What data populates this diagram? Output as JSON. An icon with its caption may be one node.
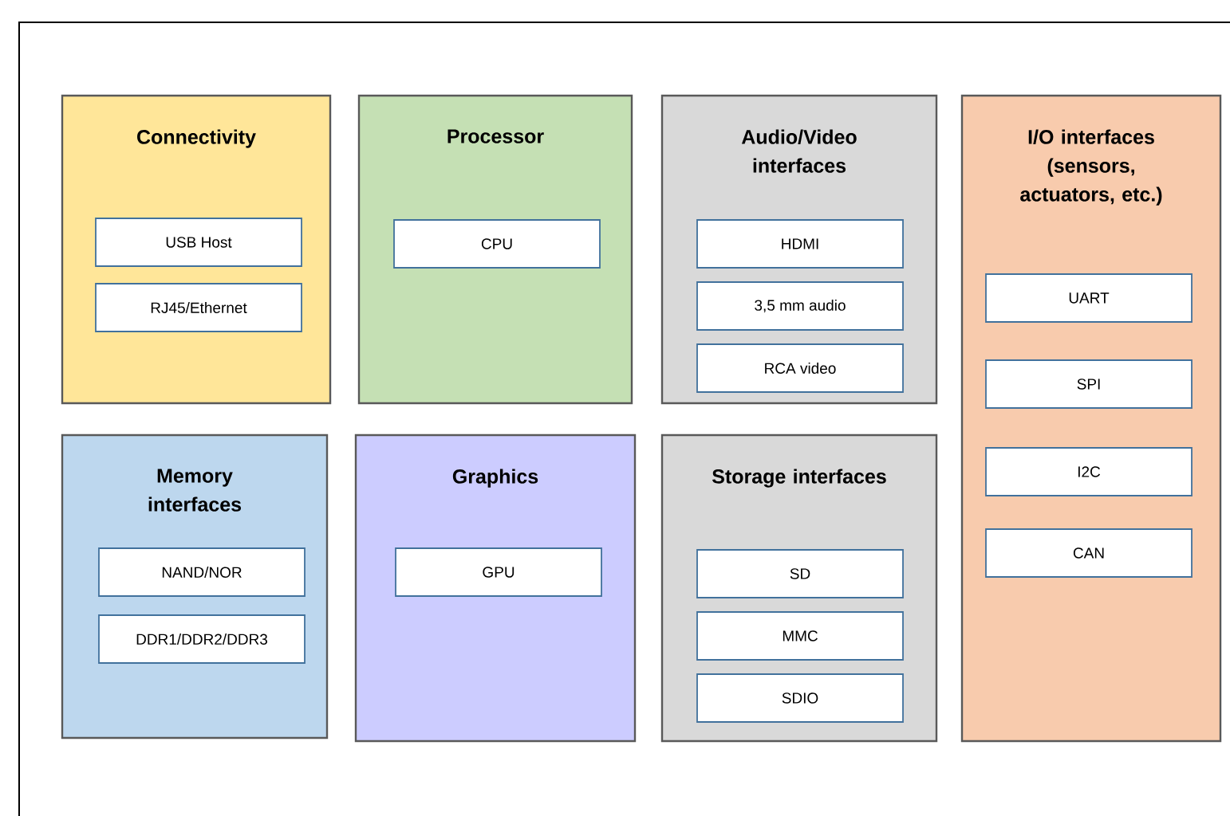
{
  "diagram": {
    "nodes": [
      {
        "text": [
          "Connectivity"
        ]
      },
      {
        "text": [
          "USB Host"
        ],
        "in": 0
      },
      {
        "text": [
          "RJ45/Ethernet"
        ],
        "in": 0
      },
      {
        "text": [
          "Processor"
        ]
      },
      {
        "text": [
          "CPU"
        ],
        "in": 3
      },
      {
        "text": [
          "Audio/Video interfaces"
        ]
      },
      {
        "text": [
          "HDMI"
        ],
        "in": 5
      },
      {
        "text": [
          "3,5 mm audio"
        ],
        "in": 5
      },
      {
        "text": [
          "RCA video"
        ],
        "in": 5
      },
      {
        "text": [
          "I/O interfaces (sensors, actuators, etc.)"
        ]
      },
      {
        "text": [
          "UART"
        ],
        "in": 9
      },
      {
        "text": [
          "SPI"
        ],
        "in": 9
      },
      {
        "text": [
          "I2C"
        ],
        "in": 9
      },
      {
        "text": [
          "CAN"
        ],
        "in": 9
      },
      {
        "text": [
          "Memory interfaces"
        ]
      },
      {
        "text": [
          "NAND/NOR"
        ],
        "in": 14
      },
      {
        "text": [
          "DDR1/DDR2/DDR3"
        ],
        "in": 14
      },
      {
        "text": [
          "Graphics"
        ]
      },
      {
        "text": [
          "GPU"
        ],
        "in": 17
      },
      {
        "text": [
          "Storage interfaces"
        ]
      },
      {
        "text": [
          "SD"
        ],
        "in": 19
      },
      {
        "text": [
          "MMC"
        ],
        "in": 19
      },
      {
        "text": [
          "SDIO"
        ],
        "in": 19
      }
    ]
  }
}
